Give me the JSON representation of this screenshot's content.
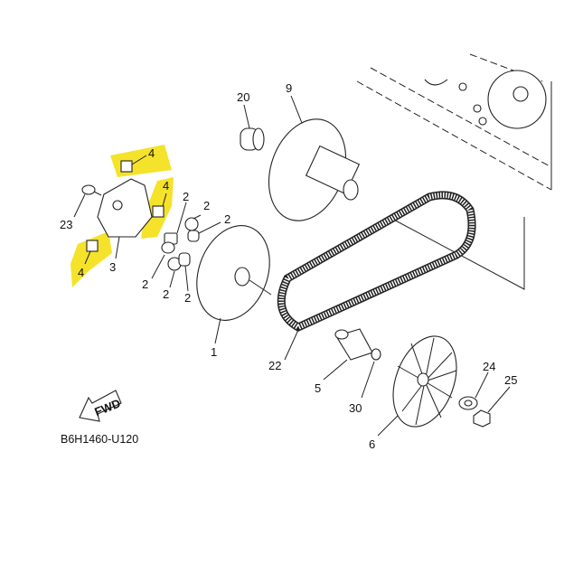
{
  "diagram": {
    "code": "B6H1460-U120",
    "fwd_label": "FWD",
    "highlight_color": "#f5e22a",
    "callouts": {
      "p20": "20",
      "p9": "9",
      "p4a": "4",
      "p4b": "4",
      "p4c": "4",
      "p23": "23",
      "p3": "3",
      "p2a": "2",
      "p2b": "2",
      "p2c": "2",
      "p2d": "2",
      "p2e": "2",
      "p2f": "2",
      "p1": "1",
      "p22": "22",
      "p5": "5",
      "p30": "30",
      "p24": "24",
      "p25": "25",
      "p6": "6"
    }
  }
}
